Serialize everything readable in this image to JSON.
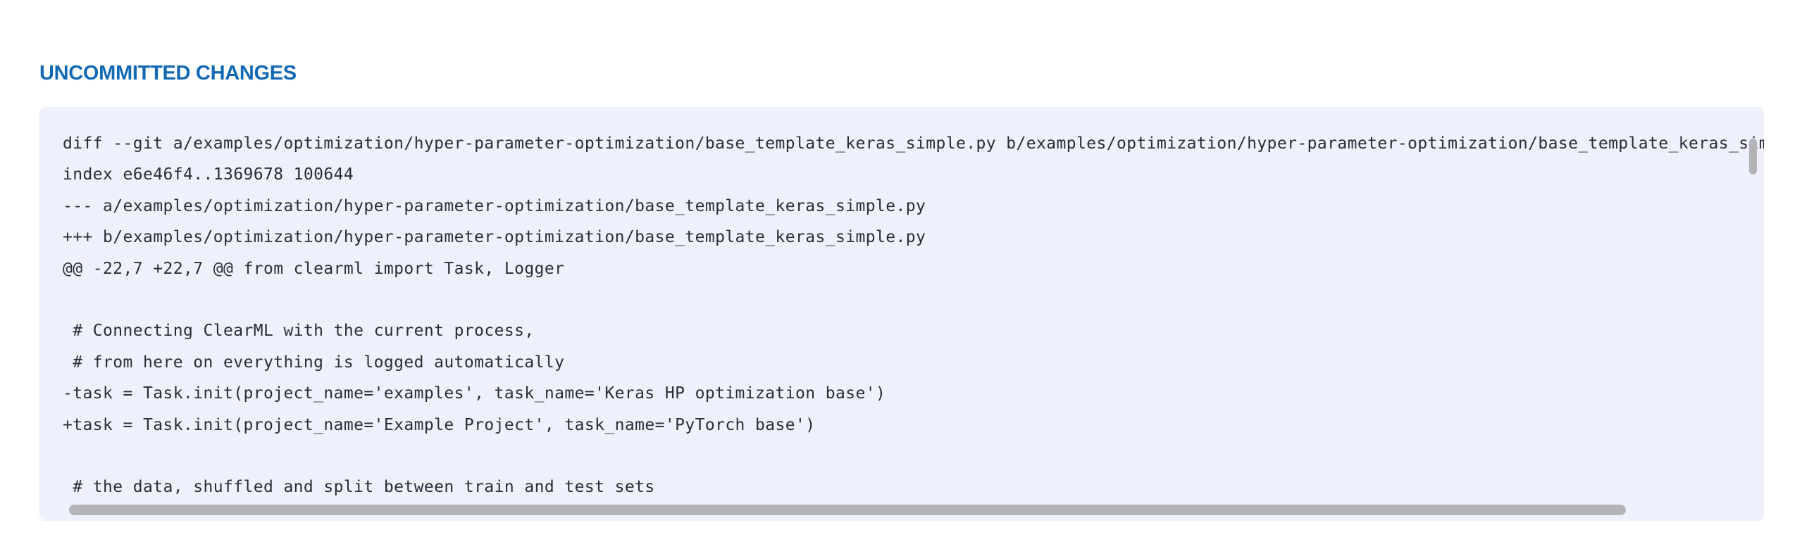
{
  "colors": {
    "page_background": "#ffffff",
    "section_title": "#1268b2",
    "panel_background": "#eef1fb",
    "code_text": "#2d2d31",
    "scrollbar_thumb": "#b4b4b8"
  },
  "section": {
    "title": "UNCOMMITTED CHANGES"
  },
  "diff": {
    "lines": [
      "diff --git a/examples/optimization/hyper-parameter-optimization/base_template_keras_simple.py b/examples/optimization/hyper-parameter-optimization/base_template_keras_simple.py",
      "index e6e46f4..1369678 100644",
      "--- a/examples/optimization/hyper-parameter-optimization/base_template_keras_simple.py",
      "+++ b/examples/optimization/hyper-parameter-optimization/base_template_keras_simple.py",
      "@@ -22,7 +22,7 @@ from clearml import Task, Logger",
      "",
      " # Connecting ClearML with the current process,",
      " # from here on everything is logged automatically",
      "-task = Task.init(project_name='examples', task_name='Keras HP optimization base')",
      "+task = Task.init(project_name='Example Project', task_name='PyTorch base')",
      "",
      " # the data, shuffled and split between train and test sets"
    ]
  }
}
